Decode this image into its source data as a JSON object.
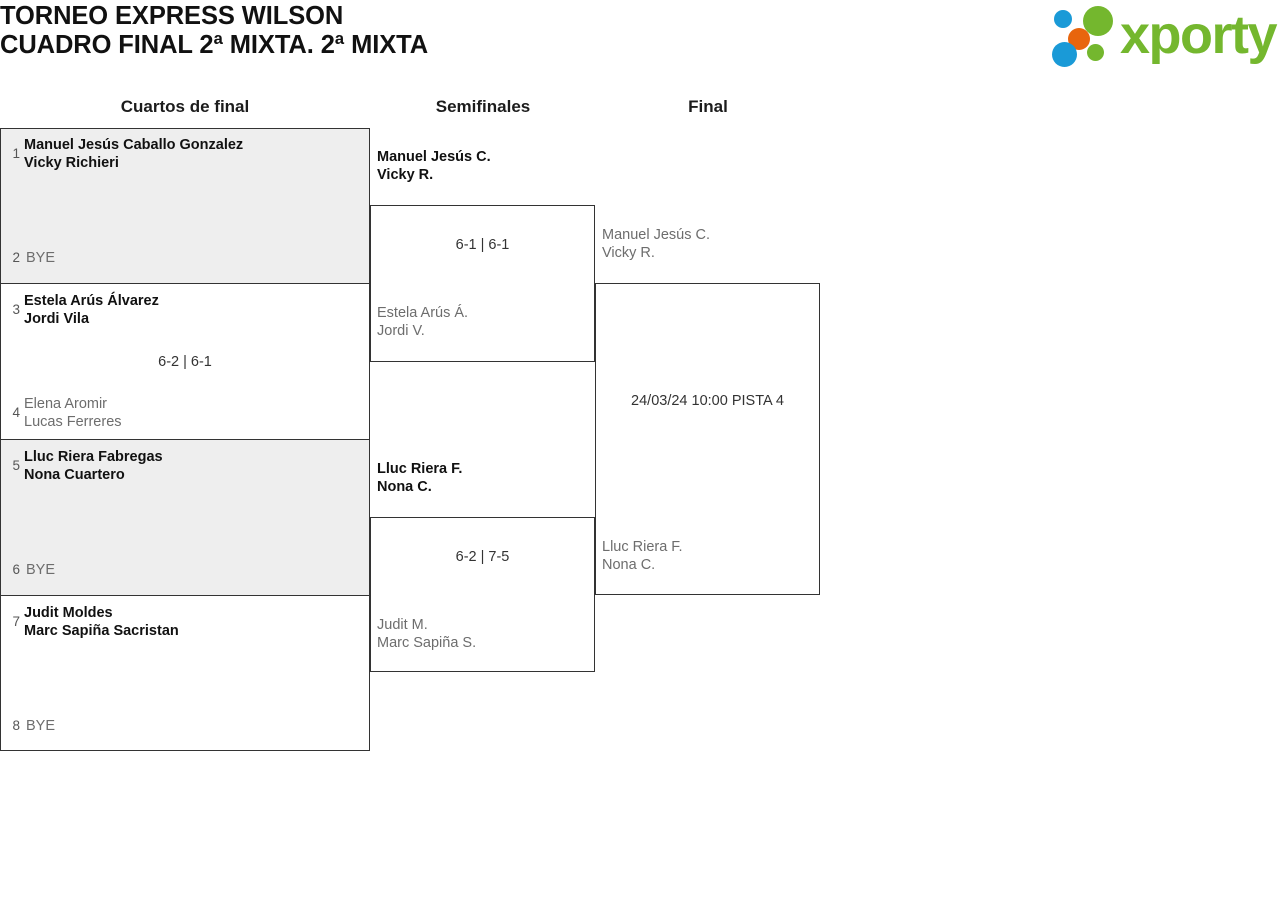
{
  "header": {
    "title_line1": "TORNEO EXPRESS WILSON",
    "title_line2": "CUADRO FINAL 2ª MIXTA. 2ª MIXTA",
    "logo_text": "xporty",
    "logo_colors": {
      "green": "#74b72e",
      "blue": "#1a9ad7",
      "orange": "#e8650d"
    }
  },
  "rounds": [
    {
      "label": "Cuartos de final"
    },
    {
      "label": "Semifinales"
    },
    {
      "label": "Final"
    }
  ],
  "quarterfinals": [
    {
      "top": {
        "seed": "1",
        "line1": "Manuel Jesús Caballo Gonzalez",
        "line2": "Vicky Richieri",
        "winner": true
      },
      "bottom": {
        "seed": "2",
        "line1": "BYE",
        "line2": "",
        "winner": false
      },
      "score": ""
    },
    {
      "top": {
        "seed": "3",
        "line1": "Estela Arús Álvarez",
        "line2": "Jordi Vila",
        "winner": true
      },
      "bottom": {
        "seed": "4",
        "line1": "Elena Aromir",
        "line2": "Lucas Ferreres",
        "winner": false
      },
      "score": "6-2 | 6-1"
    },
    {
      "top": {
        "seed": "5",
        "line1": "Lluc Riera Fabregas",
        "line2": "Nona Cuartero",
        "winner": true
      },
      "bottom": {
        "seed": "6",
        "line1": "BYE",
        "line2": "",
        "winner": false
      },
      "score": ""
    },
    {
      "top": {
        "seed": "7",
        "line1": "Judit Moldes",
        "line2": "Marc Sapiña Sacristan",
        "winner": true
      },
      "bottom": {
        "seed": "8",
        "line1": "BYE",
        "line2": "",
        "winner": false
      },
      "score": ""
    }
  ],
  "semifinals": [
    {
      "top": {
        "line1": "Manuel Jesús C.",
        "line2": "Vicky R.",
        "winner": true
      },
      "bottom": {
        "line1": "Estela Arús Á.",
        "line2": "Jordi V.",
        "winner": false
      },
      "score": "6-1 | 6-1"
    },
    {
      "top": {
        "line1": "Lluc Riera F.",
        "line2": "Nona C.",
        "winner": true
      },
      "bottom": {
        "line1": "Judit M.",
        "line2": "Marc Sapiña S.",
        "winner": false
      },
      "score": "6-2 | 7-5"
    }
  ],
  "final": {
    "top": {
      "line1": "Manuel Jesús C.",
      "line2": "Vicky R.",
      "winner": false
    },
    "bottom": {
      "line1": "Lluc Riera F.",
      "line2": "Nona C.",
      "winner": false
    },
    "schedule": "24/03/24 10:00 PISTA 4"
  }
}
